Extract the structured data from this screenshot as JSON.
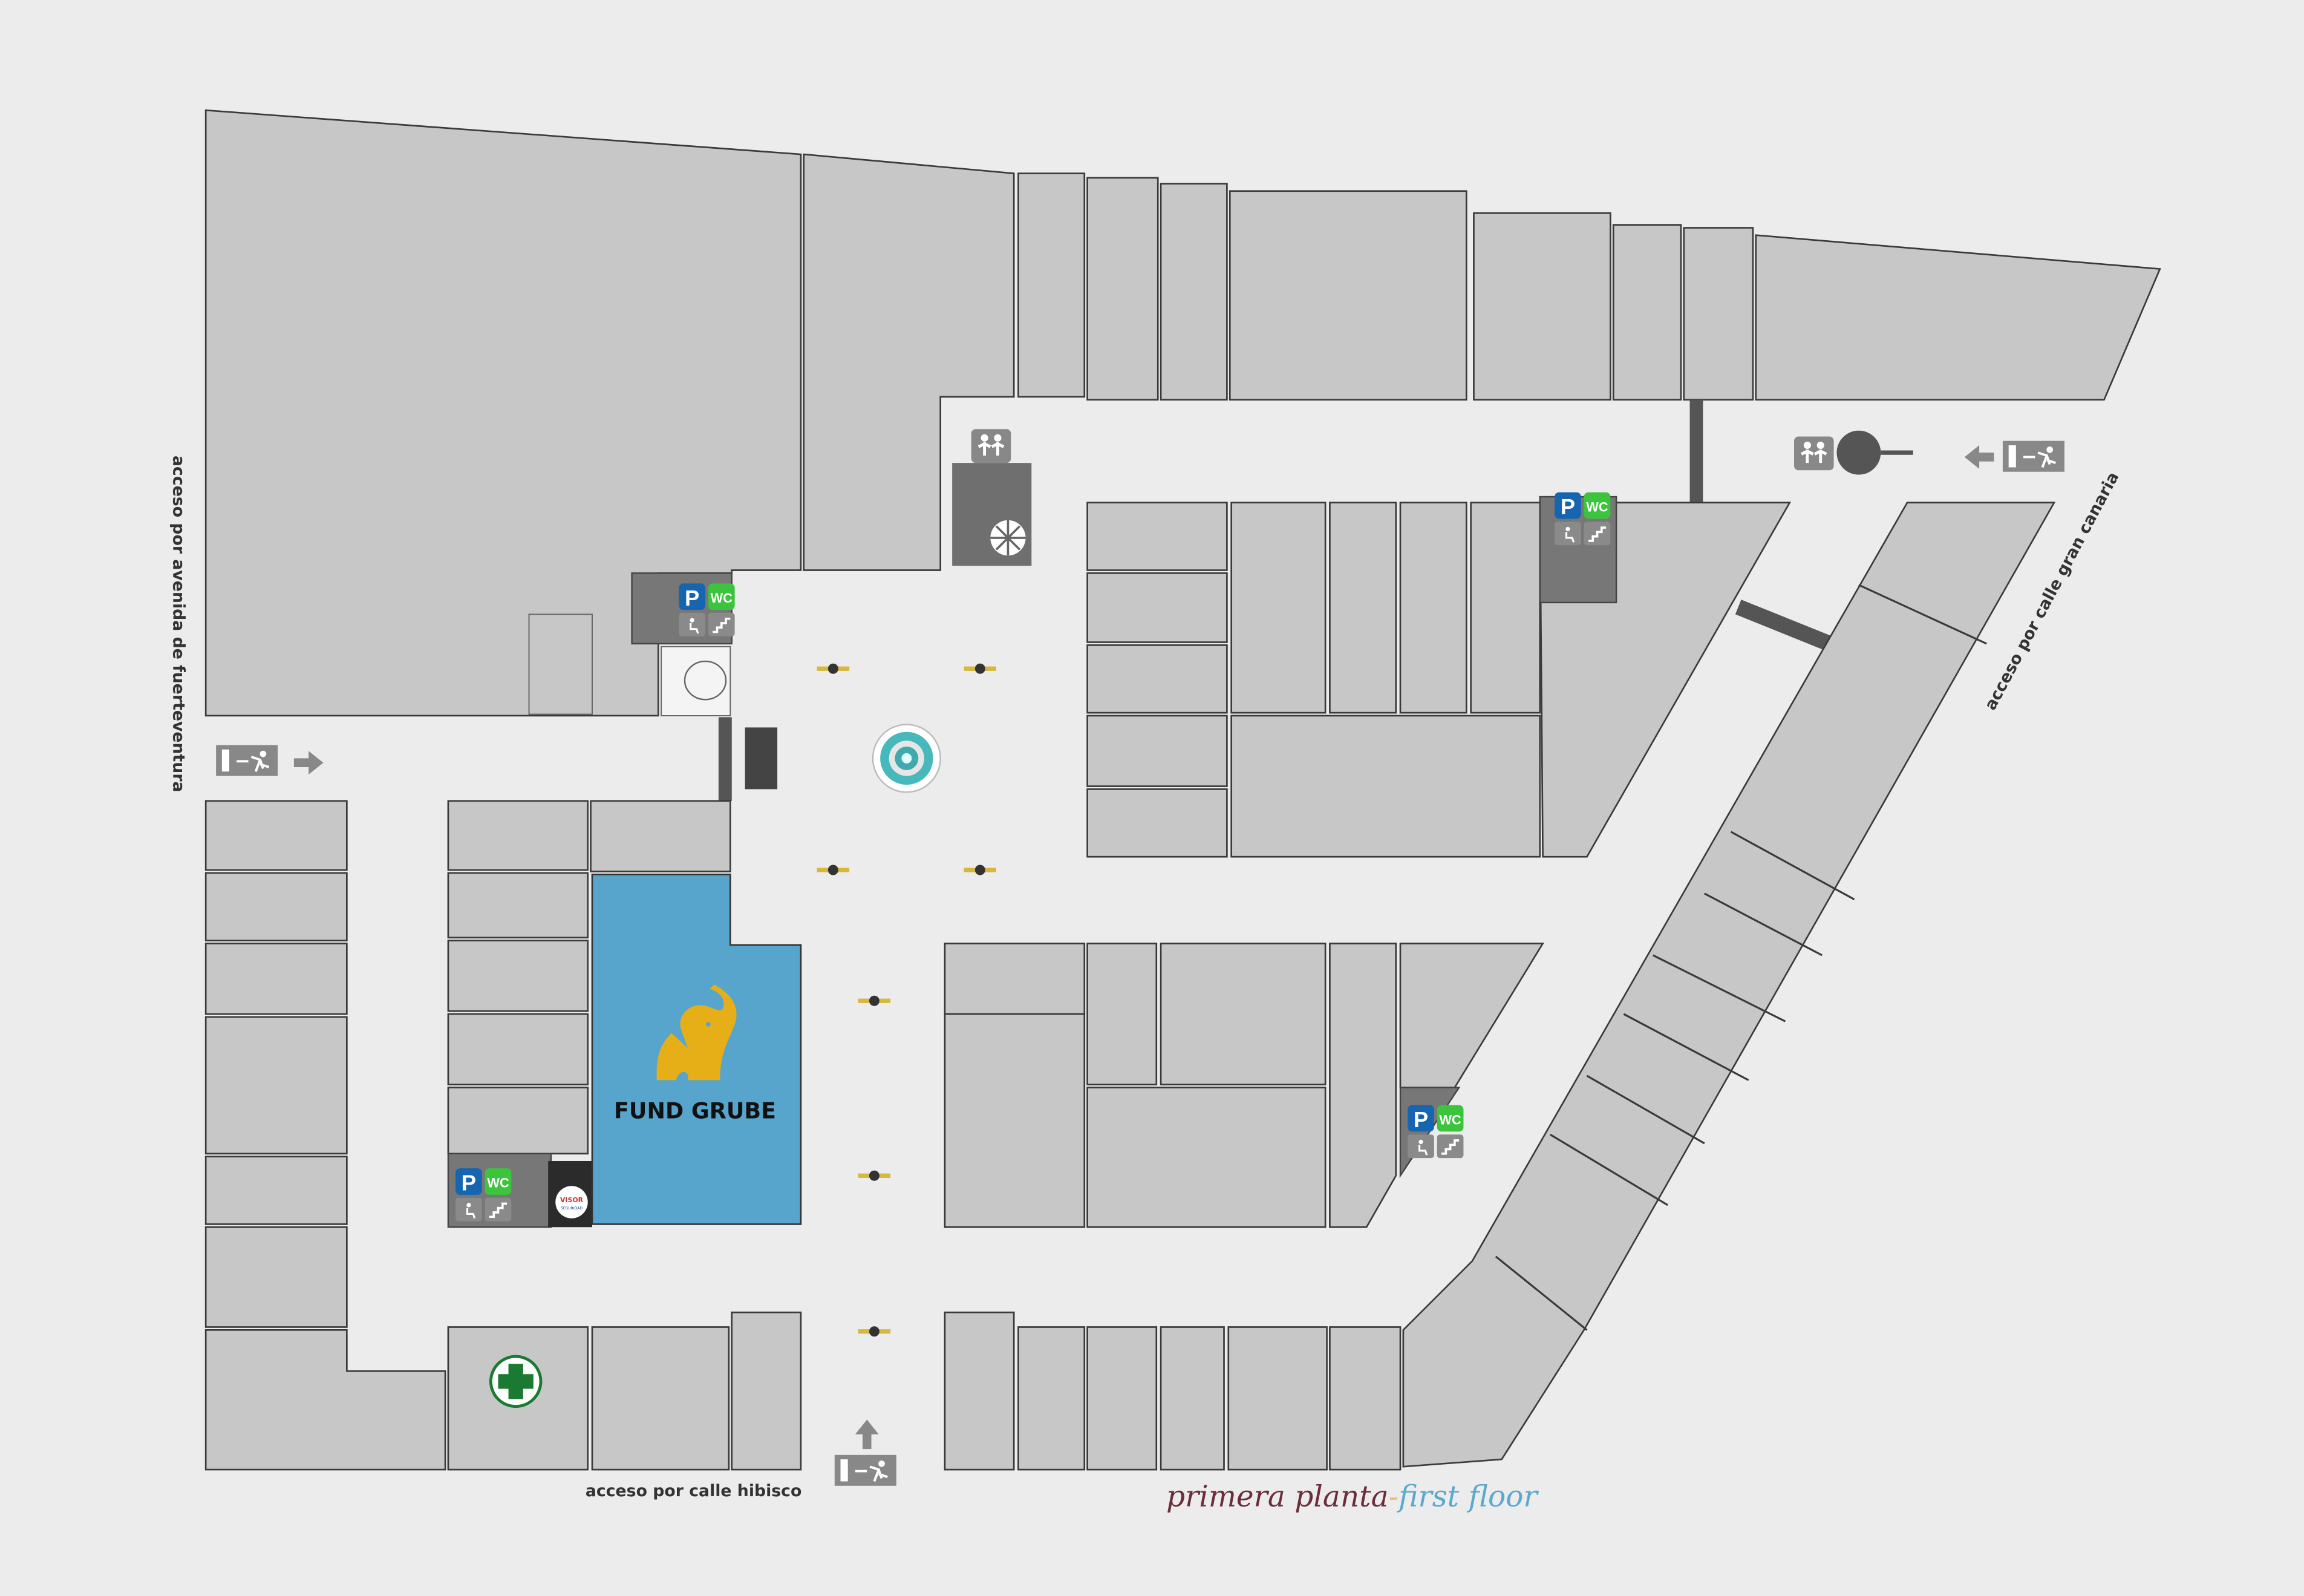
{
  "map": {
    "title_es": "primera planta",
    "title_separator": "-",
    "title_en": "first floor",
    "colors": {
      "background": "#ececec",
      "shop": "#c6c7c6",
      "highlight_store": "#57a5cc",
      "logo_yellow": "#e6ae17",
      "title_es": "#6b2d3a",
      "title_en": "#5aa9cf",
      "parking": "#1565b0",
      "wc": "#3cc43c",
      "pharmacy": "#1a7a32"
    }
  },
  "entrances": {
    "west": "acceso por avenida de fuerteventura",
    "south": "acceso por calle hibisco",
    "east": "acceso por calle gran canaria"
  },
  "stores": {
    "featured": "FUND GRUBE",
    "security_logo": "VISOR",
    "security_logo_sub": "SEGURIDAD"
  },
  "services": {
    "parking": "P",
    "wc": "WC"
  },
  "icons": [
    "exit-sign-icon",
    "arrow-icon",
    "children-icon",
    "umbrella-icon",
    "parking-icon",
    "wc-icon",
    "elevator-icon",
    "stairs-icon",
    "pharmacy-cross-icon",
    "fountain-icon",
    "elephant-logo-icon"
  ]
}
